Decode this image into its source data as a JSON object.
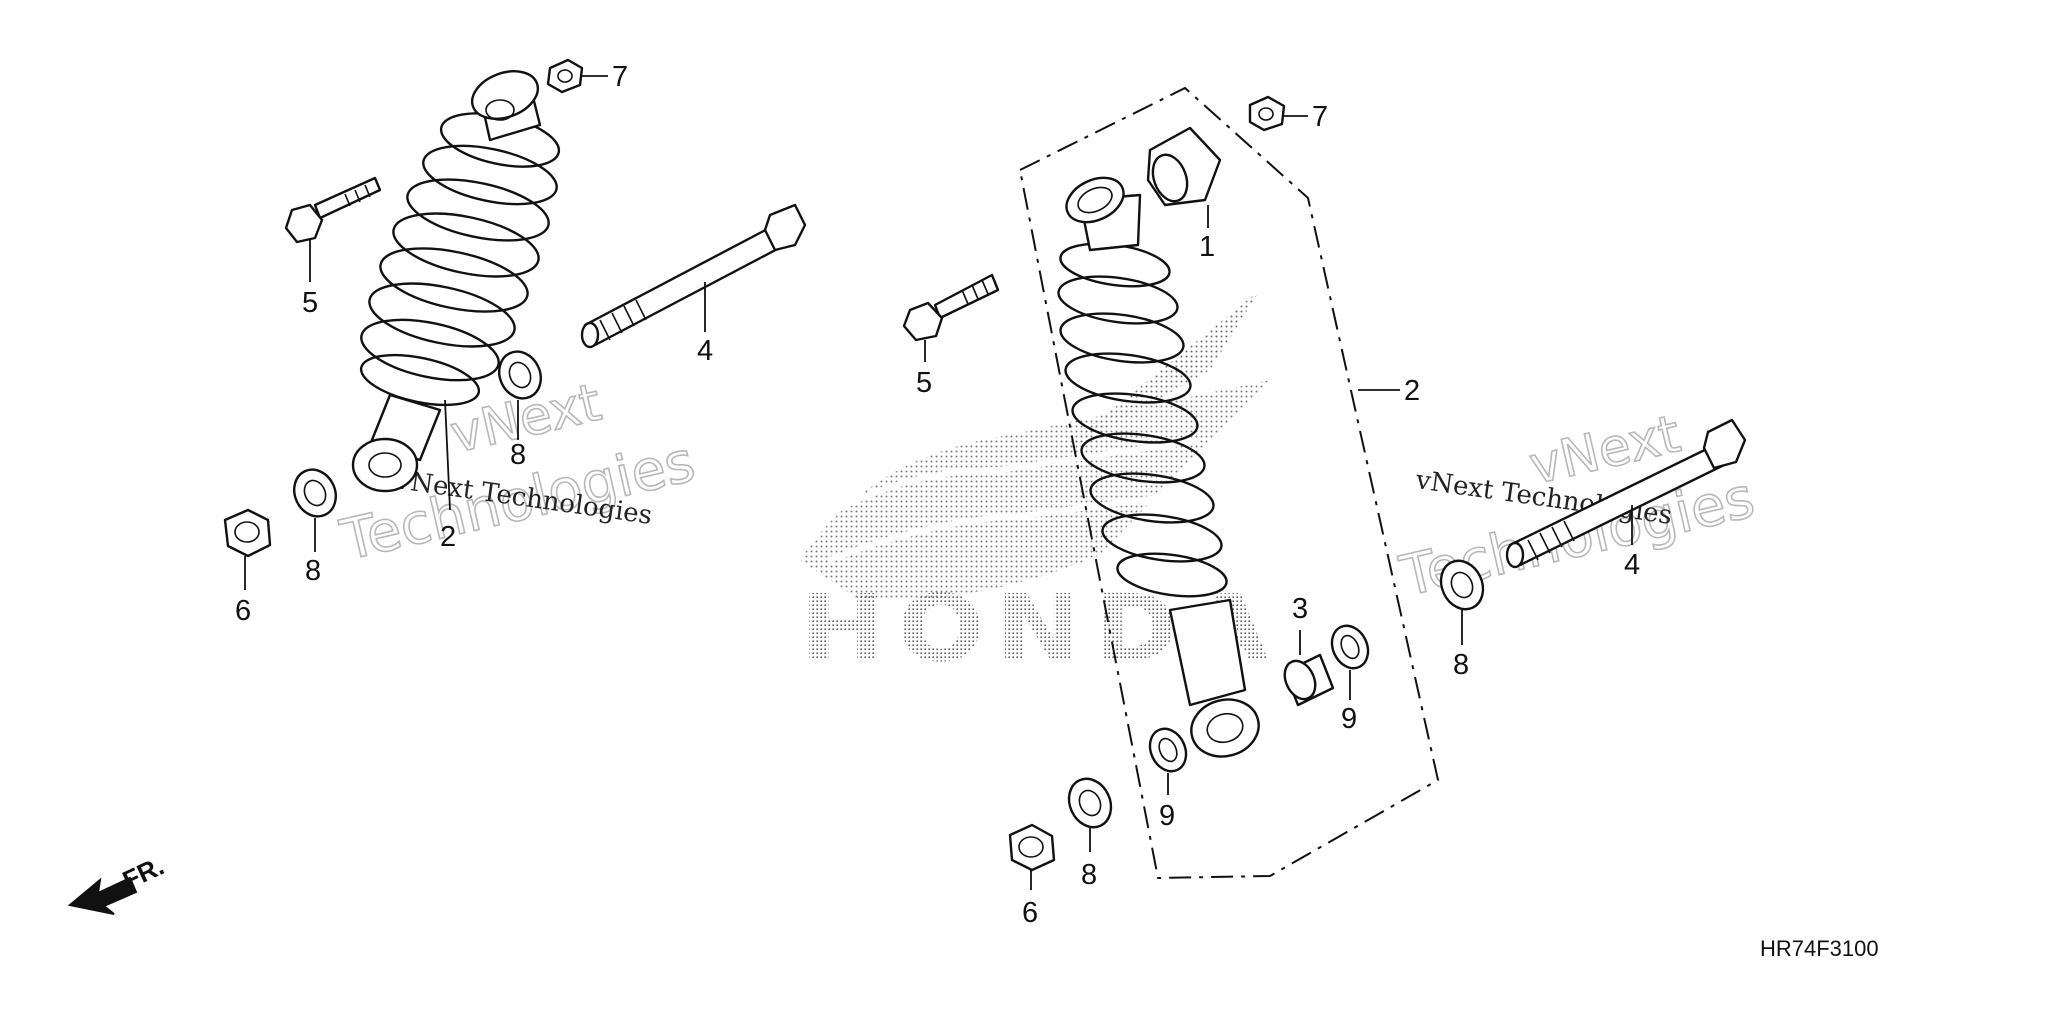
{
  "diagram": {
    "code": "HR74F3100",
    "direction_mark": "FR.",
    "brand": "HONDA",
    "watermark": {
      "line1": "vNext",
      "line2": "Technologies",
      "mono": "vNext Technologies"
    },
    "callouts": {
      "left": {
        "c7": "7",
        "c5": "5",
        "c4": "4",
        "c8a": "8",
        "c2": "2",
        "c8b": "8",
        "c6": "6"
      },
      "right": {
        "c7": "7",
        "c1": "1",
        "c5": "5",
        "c2": "2",
        "c4": "4",
        "c3": "3",
        "c9a": "9",
        "c8a": "8",
        "c9b": "9",
        "c8b": "8",
        "c6": "6"
      }
    }
  }
}
